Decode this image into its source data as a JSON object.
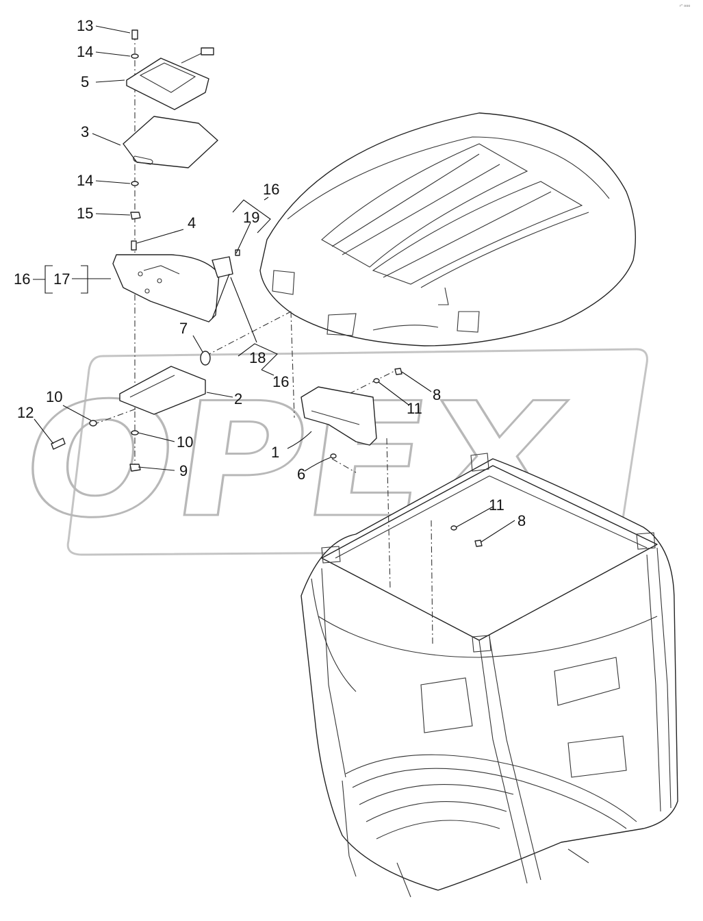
{
  "corner_note": "r° ooo",
  "watermark": {
    "text": "OPEX",
    "color": "#b8b8b8"
  },
  "callouts": {
    "c13": "13",
    "c14a": "14",
    "c5": "5",
    "c3": "3",
    "c14b": "14",
    "c15": "15",
    "c4": "4",
    "c19": "19",
    "c16a": "16",
    "c16b": "16",
    "c17": "17",
    "c7": "7",
    "c18": "18",
    "c16c": "16",
    "c2": "2",
    "c10a": "10",
    "c12": "12",
    "c10b": "10",
    "c9": "9",
    "c1": "1",
    "c6": "6",
    "c11a": "11",
    "c8a": "8",
    "c11b": "11",
    "c8b": "8"
  }
}
